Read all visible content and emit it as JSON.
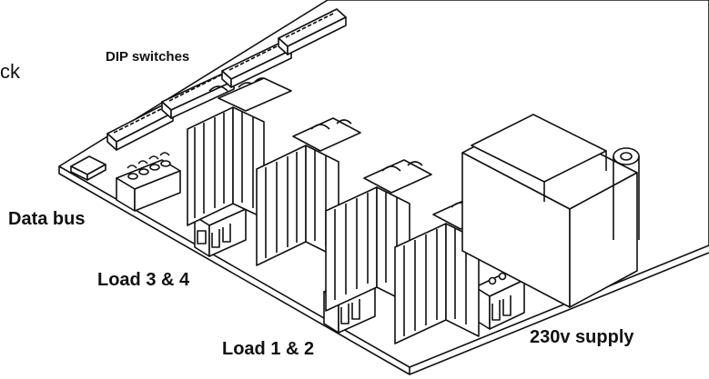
{
  "labels": {
    "cut_text": "ck",
    "dip_switches": "DIP switches",
    "data_bus": "Data bus",
    "load_3_4": "Load 3 & 4",
    "load_1_2": "Load 1 & 2",
    "supply": "230v supply"
  },
  "colors": {
    "ink": "#111111",
    "fill": "#ffffff"
  }
}
